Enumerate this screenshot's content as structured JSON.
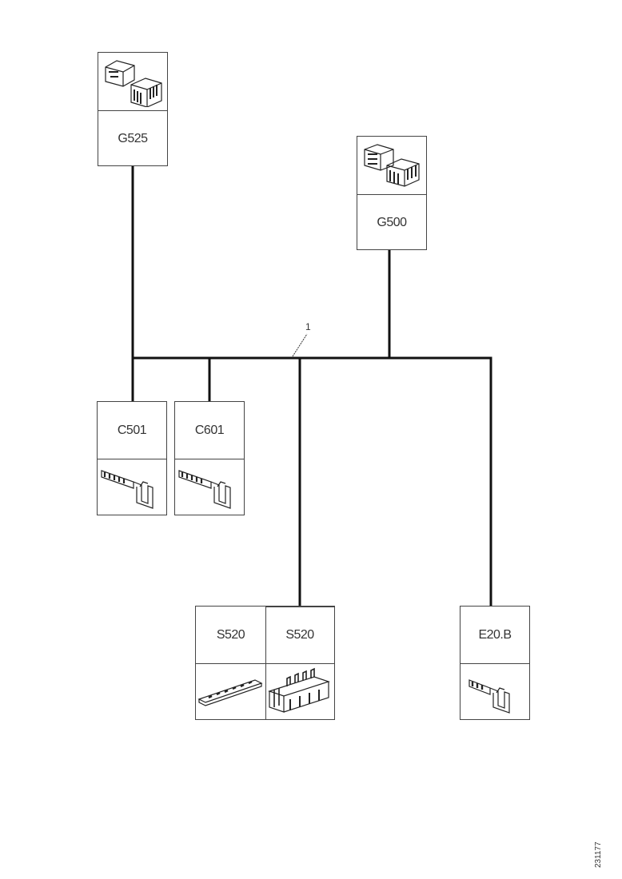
{
  "components": {
    "g525": "G525",
    "g500": "G500",
    "c501": "C501",
    "c601": "C601",
    "s520_left": "S520",
    "s520_right": "S520",
    "e20b": "E20.B"
  },
  "callout": "1",
  "document_id": "231177",
  "icons": {
    "g525": "connector-housing-icon",
    "g500": "connector-housing-icon",
    "c501": "terminal-icon",
    "c601": "terminal-icon",
    "s520_left": "terminal-strip-icon",
    "s520_right": "terminal-block-icon",
    "e20b": "terminal-icon"
  }
}
